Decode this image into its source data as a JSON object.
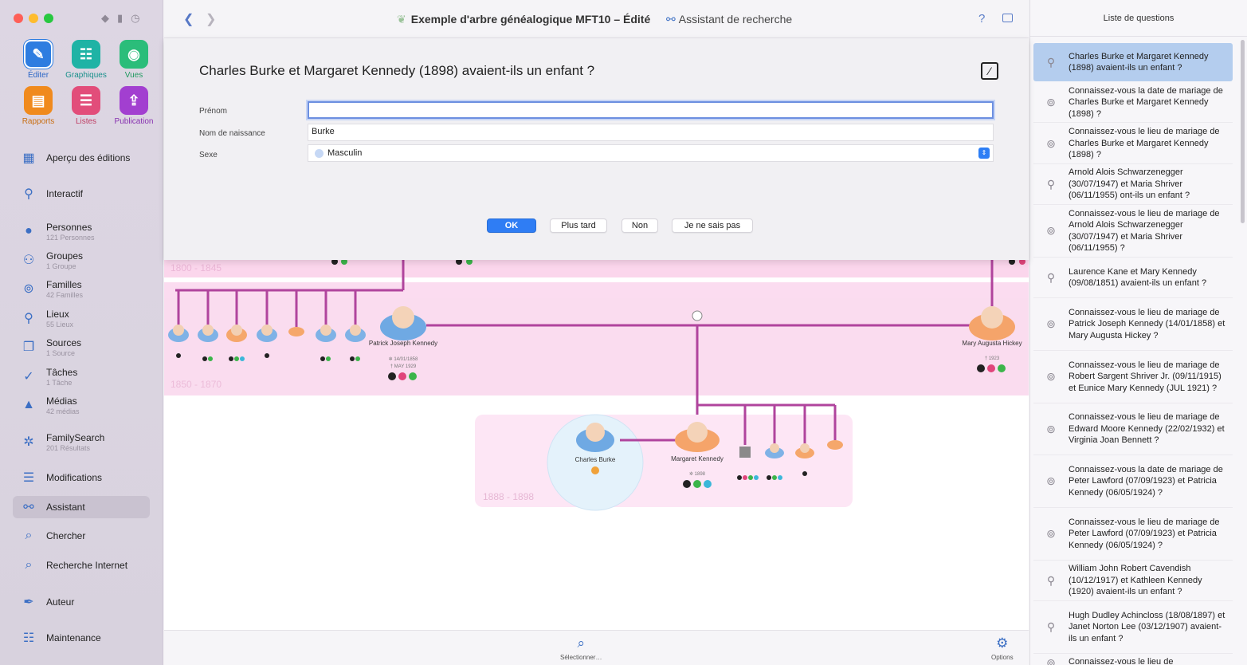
{
  "window": {
    "title": "Exemple d'arbre généalogique MFT10 – Édité",
    "assistant_label": "Assistant de recherche",
    "help": "?"
  },
  "toolbar": [
    {
      "label": "Éditer",
      "icon": "pencil-icon"
    },
    {
      "label": "Graphiques",
      "icon": "chart-icon"
    },
    {
      "label": "Vues",
      "icon": "eye-icon"
    },
    {
      "label": "Rapports",
      "icon": "report-icon"
    },
    {
      "label": "Listes",
      "icon": "list-icon"
    },
    {
      "label": "Publication",
      "icon": "publish-icon"
    }
  ],
  "sidebar": {
    "items": [
      {
        "title": "Aperçu des éditions",
        "sub": ""
      },
      {
        "title": "Interactif",
        "sub": ""
      },
      {
        "title": "Personnes",
        "sub": "121 Personnes"
      },
      {
        "title": "Groupes",
        "sub": "1 Groupe"
      },
      {
        "title": "Familles",
        "sub": "42 Familles"
      },
      {
        "title": "Lieux",
        "sub": "55 Lieux"
      },
      {
        "title": "Sources",
        "sub": "1 Source"
      },
      {
        "title": "Tâches",
        "sub": "1 Tâche"
      },
      {
        "title": "Médias",
        "sub": "42 médias"
      },
      {
        "title": "FamilySearch",
        "sub": "201 Résultats"
      },
      {
        "title": "Modifications",
        "sub": ""
      },
      {
        "title": "Assistant",
        "sub": ""
      },
      {
        "title": "Chercher",
        "sub": ""
      },
      {
        "title": "Recherche Internet",
        "sub": ""
      },
      {
        "title": "Auteur",
        "sub": ""
      },
      {
        "title": "Maintenance",
        "sub": ""
      }
    ]
  },
  "dialog": {
    "question": "Charles Burke et Margaret Kennedy (1898) avaient-ils un enfant ?",
    "fields": {
      "prenom_label": "Prénom",
      "prenom_value": "",
      "nom_label": "Nom de naissance",
      "nom_value": "Burke",
      "sexe_label": "Sexe",
      "sexe_value": "Masculin"
    },
    "buttons": {
      "ok": "OK",
      "later": "Plus tard",
      "no": "Non",
      "dontknow": "Je ne sais pas"
    }
  },
  "tree": {
    "band_1": "1800 - 1845",
    "band_2": "1850 - 1870",
    "band_3": "1888 - 1898",
    "patrick": {
      "name": "Patrick Joseph Kennedy",
      "birth": "✲ 14/01/1858",
      "death": "† MAY 1929"
    },
    "mary": {
      "name": "Mary Augusta Hickey",
      "death": "† 1923"
    },
    "charles": {
      "name": "Charles Burke"
    },
    "margaret": {
      "name": "Margaret Kennedy",
      "birth": "✲ 1898"
    }
  },
  "colors": {
    "band_pink": "#fbd6ec",
    "band_light": "#fdeefa",
    "line_purple": "#b0449d",
    "accent_blue": "#2f7df4",
    "selection": "#b4cdee"
  },
  "bottombar": {
    "select_label": "Sélectionner…",
    "options_label": "Options"
  },
  "questions": {
    "header": "Liste de questions",
    "items": [
      {
        "text": "Charles Burke et Margaret Kennedy (1898) avaient-ils un enfant ?",
        "icon": "child-icon"
      },
      {
        "text": "Connaissez-vous la date de mariage de Charles Burke et Margaret Kennedy (1898) ?",
        "icon": "rings-icon"
      },
      {
        "text": "Connaissez-vous le lieu de mariage de Charles Burke et Margaret Kennedy (1898) ?",
        "icon": "rings-icon"
      },
      {
        "text": "Arnold Alois Schwarzenegger (30/07/1947) et Maria Shriver (06/11/1955) ont-ils un enfant ?",
        "icon": "child-icon"
      },
      {
        "text": "Connaissez-vous le lieu de mariage de Arnold Alois Schwarzenegger (30/07/1947) et Maria Shriver (06/11/1955) ?",
        "icon": "rings-icon"
      },
      {
        "text": "Laurence Kane et Mary Kennedy (09/08/1851) avaient-ils un enfant ?",
        "icon": "child-icon"
      },
      {
        "text": "Connaissez-vous le lieu de mariage de Patrick Joseph Kennedy (14/01/1858) et Mary Augusta Hickey ?",
        "icon": "rings-icon"
      },
      {
        "text": "Connaissez-vous le lieu de mariage de Robert Sargent Shriver Jr. (09/11/1915) et Eunice Mary Kennedy (JUL 1921) ?",
        "icon": "rings-icon"
      },
      {
        "text": "Connaissez-vous le lieu de mariage de Edward Moore Kennedy (22/02/1932) et Virginia Joan Bennett ?",
        "icon": "rings-icon"
      },
      {
        "text": "Connaissez-vous la date de mariage de Peter Lawford (07/09/1923) et Patricia Kennedy (06/05/1924) ?",
        "icon": "rings-icon"
      },
      {
        "text": "Connaissez-vous le lieu de mariage de Peter Lawford (07/09/1923) et Patricia Kennedy (06/05/1924) ?",
        "icon": "rings-icon"
      },
      {
        "text": "William John Robert Cavendish (10/12/1917) et Kathleen Kennedy (1920) avaient-ils un enfant ?",
        "icon": "child-icon"
      },
      {
        "text": "Hugh Dudley Achincloss (18/08/1897) et Janet Norton Lee (03/12/1907) avaient-ils un enfant ?",
        "icon": "child-icon"
      },
      {
        "text": "Connaissez-vous le lieu de",
        "icon": "rings-icon"
      }
    ]
  }
}
